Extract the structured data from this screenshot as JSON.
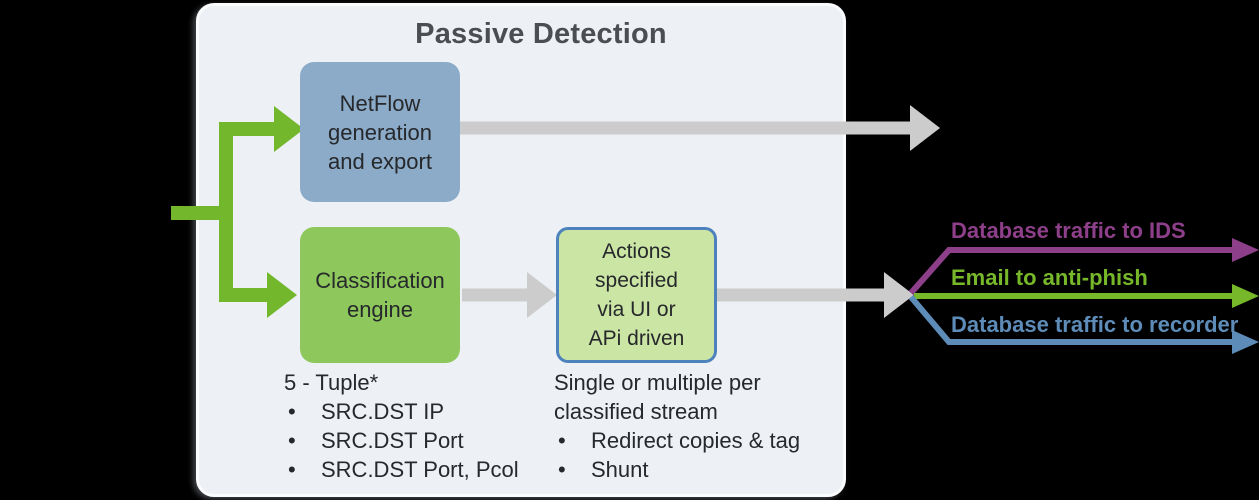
{
  "title": "Passive Detection",
  "nodes": {
    "netflow": {
      "label": "NetFlow\ngeneration\nand export"
    },
    "classification": {
      "label": "Classification\nengine"
    },
    "actions": {
      "label": "Actions\nspecified\nvia UI or\nAPi driven"
    }
  },
  "tuple_list": {
    "title": "5 - Tuple*",
    "items": [
      "SRC.DST IP",
      "SRC.DST Port",
      "SRC.DST Port, Pcol"
    ]
  },
  "actions_list": {
    "title": "Single or multiple per\nclassified stream",
    "items": [
      "Redirect copies & tag",
      "Shunt"
    ]
  },
  "outputs": [
    {
      "label": "Database traffic to IDS",
      "color": "#8e3f8a"
    },
    {
      "label": "Email to anti-phish",
      "color": "#76b82a"
    },
    {
      "label": "Database traffic to recorder",
      "color": "#5e8cb8"
    }
  ],
  "colors": {
    "flow_green": "#72b72c",
    "arrow_gray": "#cccccc",
    "netflow_box": "#8babc8",
    "classification_box": "#8ec85c",
    "actions_box_fill": "#cbe5a5",
    "actions_box_border": "#4d82bd",
    "panel_bg": "#edf0f4",
    "title_color": "#4a4d52",
    "text_color": "#26282b"
  }
}
